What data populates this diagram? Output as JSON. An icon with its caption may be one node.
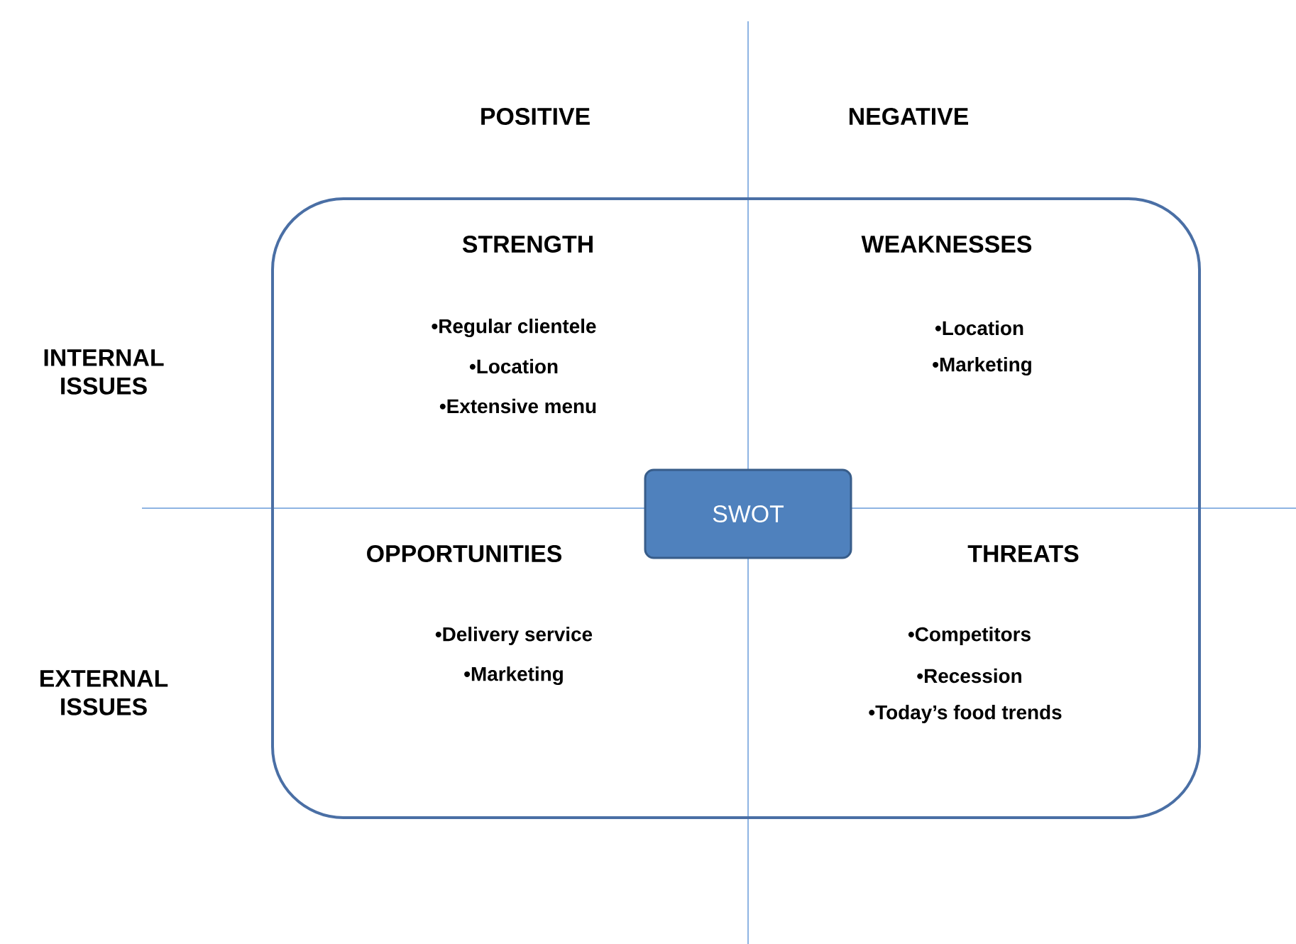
{
  "diagram": {
    "nodes": [
      {
        "text": [],
        "shape": "box"
      },
      {
        "text": [
          "SWOT"
        ],
        "in": 0
      }
    ],
    "labels": [
      "POSITIVE",
      "NEGATIVE",
      "STRENGTH",
      "WEAKNESSES",
      "INTERNAL ISSUES",
      "•Regular clientele",
      "•Location",
      "•Location",
      "•Marketing",
      "•Extensive menu",
      "OPPORTUNITIES",
      "THREATS",
      "EXTERNAL ISSUES",
      "•Delivery service",
      "•Competitors",
      "•Marketing",
      "•Recession",
      "•Today’s food trends"
    ]
  }
}
